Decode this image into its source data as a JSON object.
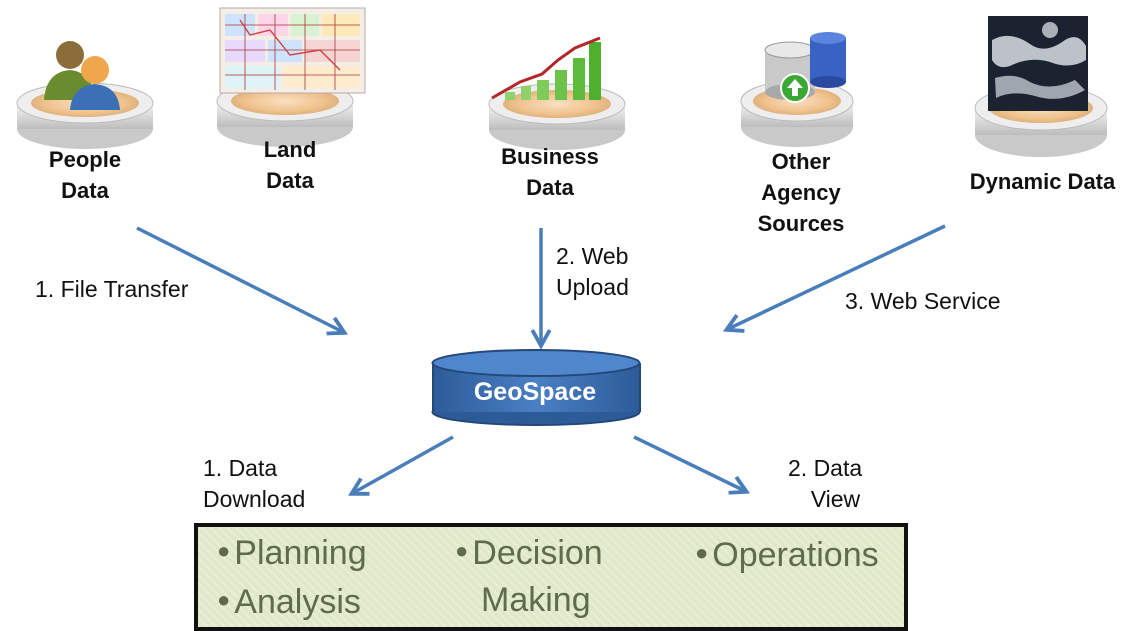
{
  "sources": [
    {
      "id": "people",
      "lines": [
        "People",
        "Data"
      ],
      "icon": "people-icon"
    },
    {
      "id": "land",
      "lines": [
        "Land",
        "Data"
      ],
      "icon": "land-map-icon"
    },
    {
      "id": "business",
      "lines": [
        "Business",
        "Data"
      ],
      "icon": "bar-chart-icon"
    },
    {
      "id": "agency",
      "lines": [
        "Other",
        "Agency",
        "Sources"
      ],
      "icon": "database-icon"
    },
    {
      "id": "dynamic",
      "lines": [
        "Dynamic Data"
      ],
      "icon": "satellite-image-icon"
    }
  ],
  "inbound": {
    "file_transfer": "1. File Transfer",
    "web_upload": [
      "2. Web",
      "Upload"
    ],
    "web_service": "3. Web Service"
  },
  "hub": {
    "label": "GeoSpace",
    "color": "#3a6fb5"
  },
  "outbound": {
    "download": [
      "1. Data",
      "Download"
    ],
    "view": [
      "2. Data",
      "View"
    ]
  },
  "uses": {
    "planning": "Planning",
    "analysis": "Analysis",
    "decision": [
      "Decision",
      "Making"
    ],
    "operations": "Operations"
  },
  "colors": {
    "arrow": "#4a7ebb",
    "box_fill": "#dfe9c7",
    "bullet_text": "#5f6b4a"
  }
}
